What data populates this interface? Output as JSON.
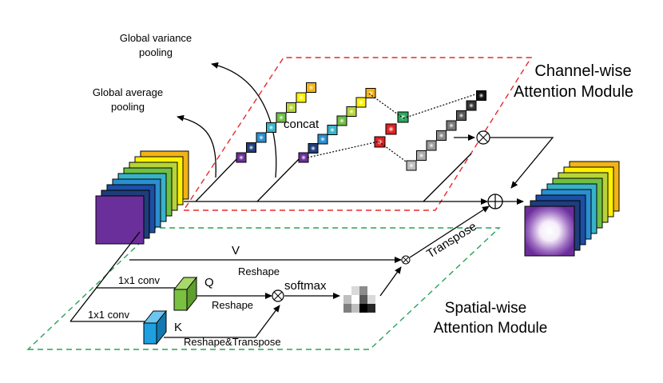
{
  "labels": {
    "global_variance": [
      "Global variance",
      "pooling"
    ],
    "global_average": [
      "Global average",
      "pooling"
    ],
    "concat": "concat",
    "channel_module": [
      "Channel-wise",
      "Attention Module"
    ],
    "spatial_module": [
      "Spatial-wise",
      "Attention Module"
    ],
    "v": "V",
    "reshape_v": "Reshape",
    "conv_q": "1x1 conv",
    "q": "Q",
    "reshape_q": "Reshape",
    "softmax": "softmax",
    "conv_k": "1x1 conv",
    "k": "K",
    "reshape_transpose": "Reshape&Transpose",
    "transpose": "Transpose"
  },
  "colors": {
    "channel_dashed": "#e8292b",
    "spatial_dashed": "#26a35a",
    "feature_stack": [
      "#6b2f9b",
      "#1f3d7a",
      "#1c4fa5",
      "#2a8fd0",
      "#37b3c9",
      "#6fbf44",
      "#b8d339",
      "#fff200",
      "#f2b315"
    ],
    "descriptor_chain_a": [
      "#6b2f9b",
      "#1f3d7a",
      "#2a8fd0",
      "#37b3c9",
      "#6fbf44",
      "#b8d339",
      "#fff200",
      "#f2b315"
    ],
    "descriptor_chain_b": [
      "#6b2f9b",
      "#1f3d7a",
      "#2a8fd0",
      "#37b3c9",
      "#6fbf44",
      "#b8d339",
      "#fff200",
      "#f2b315"
    ],
    "fc_nodes": [
      "#e02020",
      "#e02020",
      "#27a85a"
    ],
    "weight_chain": [
      "#bbbbbb",
      "#aaaaaa",
      "#999999",
      "#888888",
      "#777777",
      "#555555",
      "#333333",
      "#111111"
    ],
    "q_block": "#7ac142",
    "k_block": "#1ea0e0",
    "output_center": "#ffffff"
  },
  "icons": {
    "multiply": "circle-times-icon",
    "add": "circle-plus-icon",
    "attention_map": "grayscale-grid-icon"
  }
}
